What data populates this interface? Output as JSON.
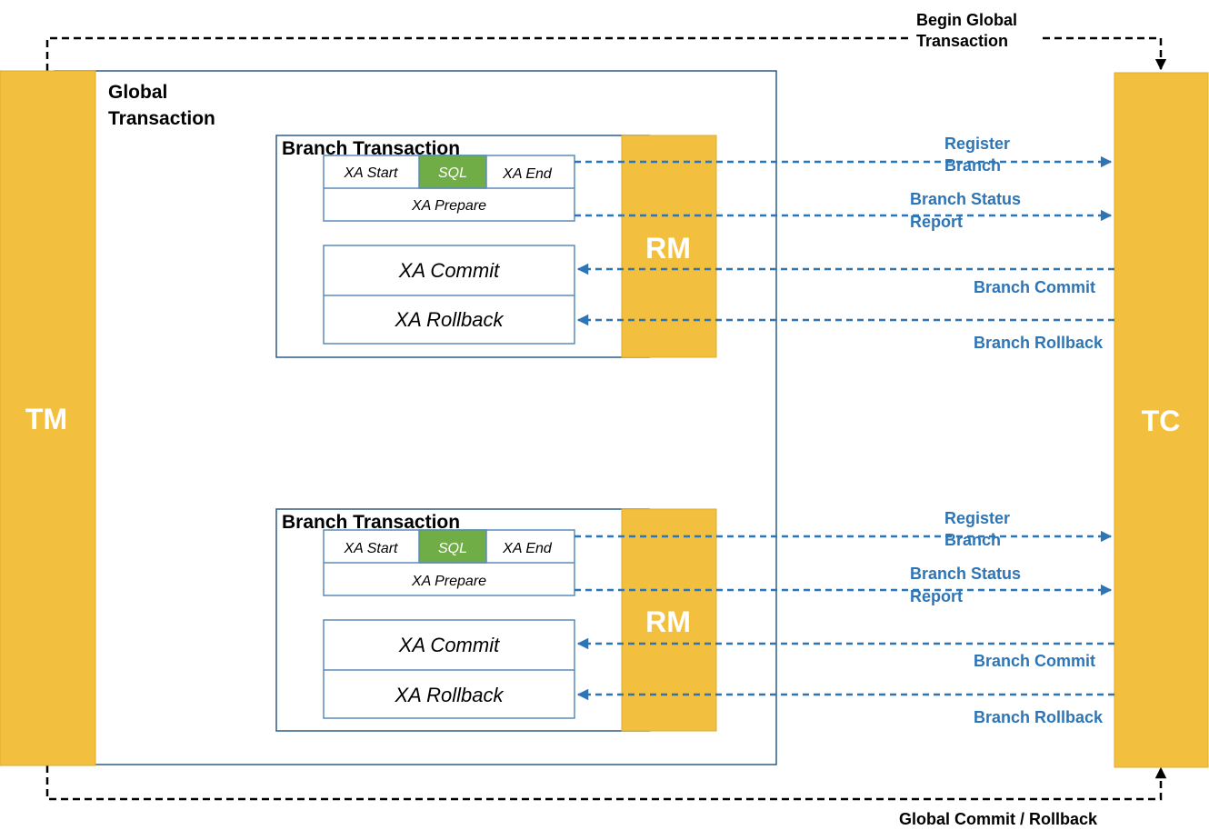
{
  "colors": {
    "actor_fill": "#F3BF3E",
    "actor_stroke": "#E0A92A",
    "box_border": "#2F5D85",
    "inner_border": "#5B8BB8",
    "sql_fill": "#70AD47",
    "arrow_blue": "#2E75B6",
    "label_blue": "#2E75B6",
    "black": "#000000",
    "white": "#ffffff"
  },
  "actors": {
    "tm": "TM",
    "tc": "TC"
  },
  "global_transaction": {
    "title_line1": "Global",
    "title_line2": "Transaction"
  },
  "top_flow": {
    "label_line1": "Begin Global",
    "label_line2": "Transaction"
  },
  "bottom_flow": {
    "label": "Global Commit / Rollback"
  },
  "branches": [
    {
      "title": "Branch Transaction",
      "rm_label": "RM",
      "xa_start": "XA Start",
      "sql": "SQL",
      "xa_end": "XA End",
      "xa_prepare": "XA Prepare",
      "xa_commit": "XA Commit",
      "xa_rollback": "XA Rollback",
      "register_line1": "Register",
      "register_line2": "Branch",
      "status_line1": "Branch Status",
      "status_line2": "Report",
      "branch_commit": "Branch Commit",
      "branch_rollback": "Branch Rollback"
    },
    {
      "title": "Branch Transaction",
      "rm_label": "RM",
      "xa_start": "XA Start",
      "sql": "SQL",
      "xa_end": "XA End",
      "xa_prepare": "XA Prepare",
      "xa_commit": "XA Commit",
      "xa_rollback": "XA Rollback",
      "register_line1": "Register",
      "register_line2": "Branch",
      "status_line1": "Branch Status",
      "status_line2": "Report",
      "branch_commit": "Branch Commit",
      "branch_rollback": "Branch Rollback"
    }
  ]
}
